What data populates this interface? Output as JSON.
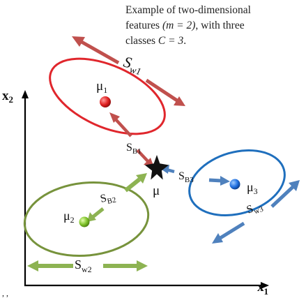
{
  "caption": {
    "line1": "Example of two-dimensional",
    "line2_a": "features ",
    "line2_b": "(m = 2)",
    "line2_c": ", with three",
    "line3_a": "classes ",
    "line3_b": "C = 3",
    "line3_c": "."
  },
  "axes": {
    "x_label": "x",
    "x_sub": "1",
    "y_label": "x",
    "y_sub": "2"
  },
  "labels": {
    "sw1": {
      "base": "S",
      "sub": "w1"
    },
    "sw2": {
      "base": "S",
      "sub": "w2"
    },
    "sw3": {
      "base": "S",
      "sub": "w3"
    },
    "sb1": {
      "base": "S",
      "sub": "B1"
    },
    "sb2": {
      "base": "S",
      "sub": "B2"
    },
    "sb3": {
      "base": "S",
      "sub": "B3"
    },
    "mu1": {
      "base": "μ",
      "sub": "1"
    },
    "mu2": {
      "base": "μ",
      "sub": "2"
    },
    "mu3": {
      "base": "μ",
      "sub": "3"
    },
    "mu": "μ"
  },
  "colors": {
    "class1": "#e0262c",
    "class1_arrow": "#c0504d",
    "class2": "#77933c",
    "class2_arrow": "#8db352",
    "class3": "#1f6fbd",
    "class3_arrow": "#4f81bd",
    "axis": "#000000"
  },
  "stray_mark": ", ,"
}
